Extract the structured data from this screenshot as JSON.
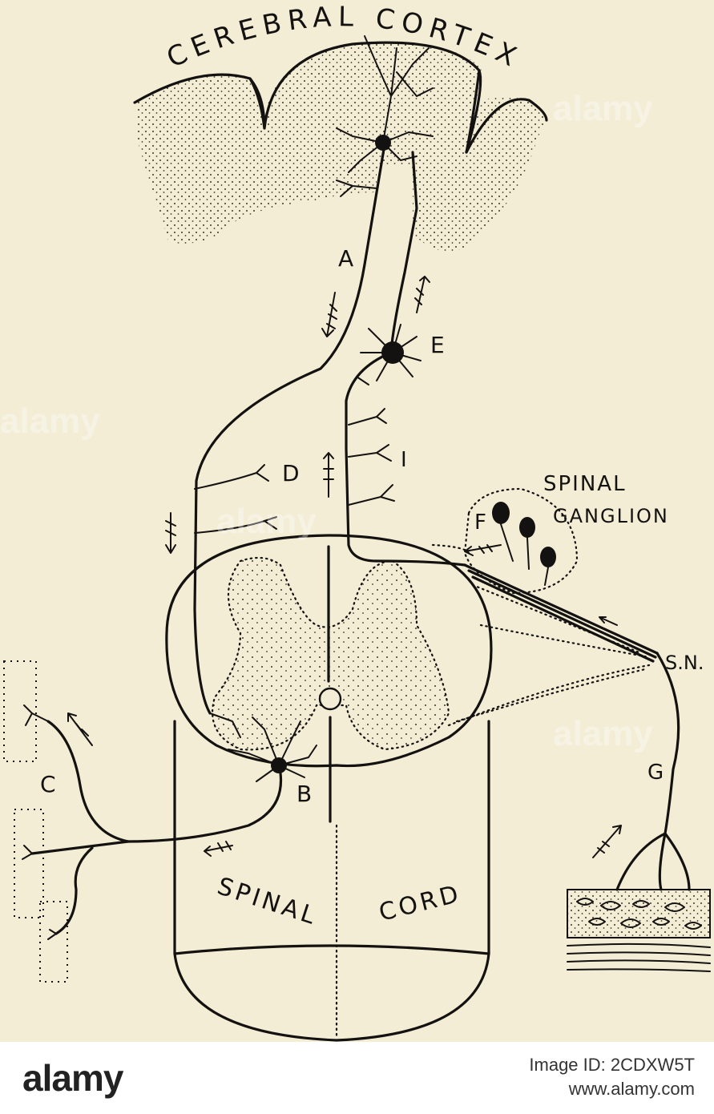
{
  "diagram": {
    "title_arc": "CEREBRAL CORTEX",
    "labels": {
      "a": "A",
      "b": "B",
      "c": "C",
      "d": "D",
      "e": "E",
      "f": "F",
      "g": "G",
      "i": "I",
      "sn": "S.N.",
      "spinal": "SPINAL",
      "ganglion": "GANGLION",
      "spinal_cord_word1": "SPINAL",
      "spinal_cord_word2": "CORD"
    }
  },
  "watermark": {
    "text": "alamy"
  },
  "footer": {
    "logo": "alamy",
    "image_id": "Image ID: 2CDXW5T",
    "site": "www.alamy.com"
  }
}
